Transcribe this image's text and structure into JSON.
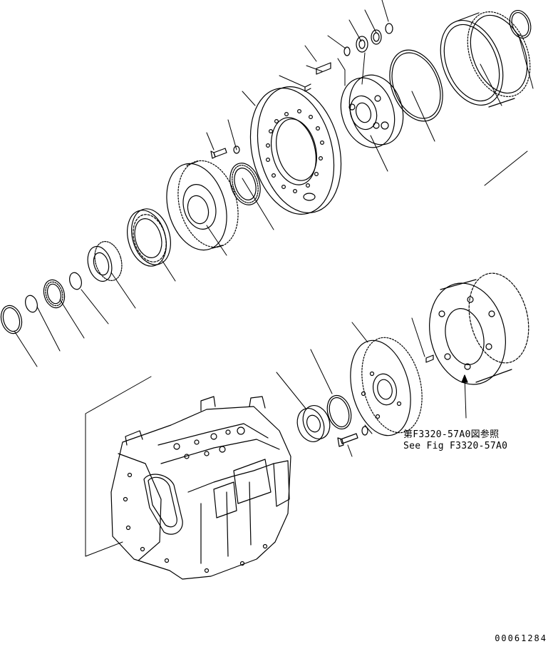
{
  "reference": {
    "japanese": "第F3320-57A0図参照",
    "english": "See Fig F3320-57A0"
  },
  "drawing_number": "00061284",
  "colors": {
    "line": "#000000",
    "background": "#ffffff"
  }
}
